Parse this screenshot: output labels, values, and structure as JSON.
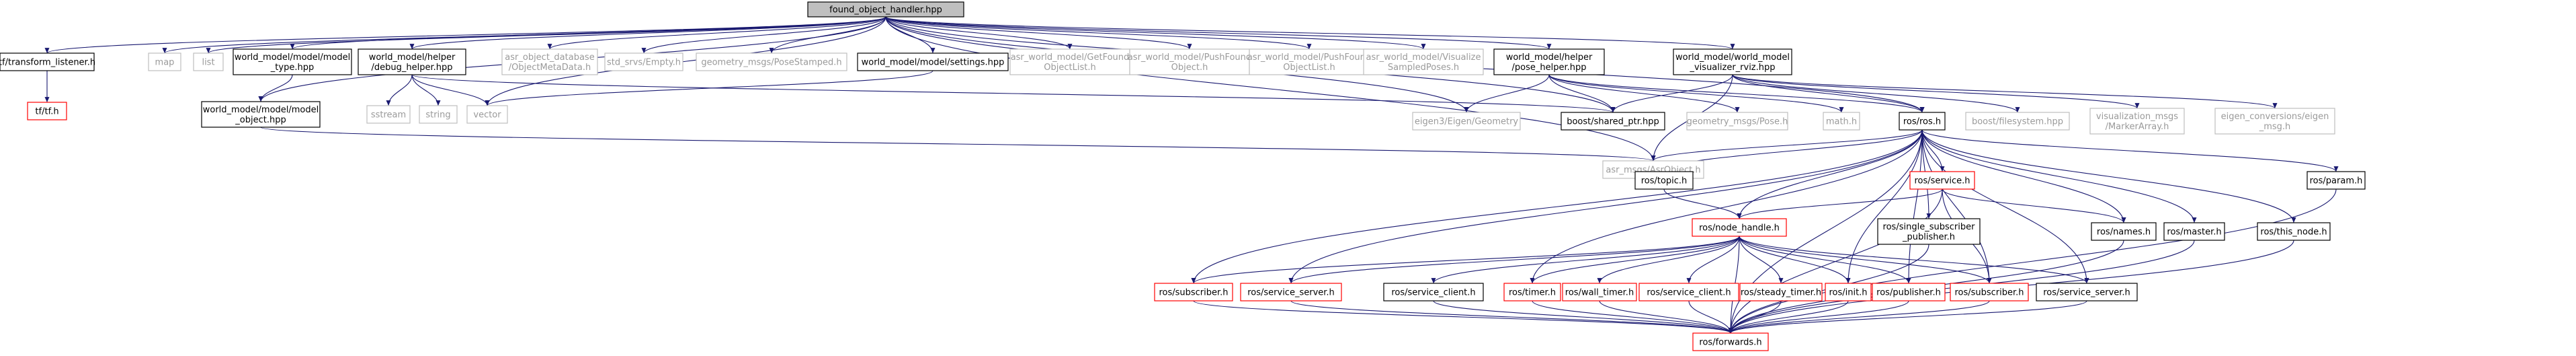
{
  "colors": {
    "edge": "#191970",
    "border_default": "#000000",
    "border_missing": "#ff0000",
    "border_external": "#bfbfbf",
    "fill_root": "#bfbfbf",
    "fill_default": "#ffffff",
    "text_external": "#9a9a9a"
  },
  "nodes": [
    {
      "id": "root",
      "lines": [
        "found_object_handler.hpp"
      ],
      "style": "root"
    },
    {
      "id": "tf_listener",
      "lines": [
        "tf/transform_listener.h"
      ],
      "style": "normal"
    },
    {
      "id": "tf_tf",
      "lines": [
        "tf/tf.h"
      ],
      "style": "missing"
    },
    {
      "id": "map",
      "lines": [
        "map"
      ],
      "style": "external"
    },
    {
      "id": "list",
      "lines": [
        "list"
      ],
      "style": "external"
    },
    {
      "id": "model_type",
      "lines": [
        "world_model/model/model",
        "_type.hpp"
      ],
      "style": "normal"
    },
    {
      "id": "model_object",
      "lines": [
        "world_model/model/model",
        "_object.hpp"
      ],
      "style": "normal"
    },
    {
      "id": "debug_helper",
      "lines": [
        "world_model/helper",
        "/debug_helper.hpp"
      ],
      "style": "normal"
    },
    {
      "id": "sstream",
      "lines": [
        "sstream"
      ],
      "style": "external"
    },
    {
      "id": "string",
      "lines": [
        "string"
      ],
      "style": "external"
    },
    {
      "id": "vector",
      "lines": [
        "vector"
      ],
      "style": "external"
    },
    {
      "id": "asr_obj_db",
      "lines": [
        "asr_object_database",
        "/ObjectMetaData.h"
      ],
      "style": "external"
    },
    {
      "id": "std_srvs",
      "lines": [
        "std_srvs/Empty.h"
      ],
      "style": "external"
    },
    {
      "id": "geom_pose_stamped",
      "lines": [
        "geometry_msgs/PoseStamped.h"
      ],
      "style": "external"
    },
    {
      "id": "settings",
      "lines": [
        "world_model/model/settings.hpp"
      ],
      "style": "normal"
    },
    {
      "id": "get_found",
      "lines": [
        "asr_world_model/GetFound",
        "ObjectList.h"
      ],
      "style": "external"
    },
    {
      "id": "push_found",
      "lines": [
        "asr_world_model/PushFound",
        "Object.h"
      ],
      "style": "external"
    },
    {
      "id": "push_found_list",
      "lines": [
        "asr_world_model/PushFound",
        "ObjectList.h"
      ],
      "style": "external"
    },
    {
      "id": "visualize_sampled",
      "lines": [
        "asr_world_model/Visualize",
        "SampledPoses.h"
      ],
      "style": "external"
    },
    {
      "id": "pose_helper",
      "lines": [
        "world_model/helper",
        "/pose_helper.hpp"
      ],
      "style": "normal"
    },
    {
      "id": "viz_rviz",
      "lines": [
        "world_model/world_model",
        "_visualizer_rviz.hpp"
      ],
      "style": "normal"
    },
    {
      "id": "eigen_geometry",
      "lines": [
        "eigen3/Eigen/Geometry"
      ],
      "style": "external"
    },
    {
      "id": "shared_ptr",
      "lines": [
        "boost/shared_ptr.hpp"
      ],
      "style": "normal"
    },
    {
      "id": "geom_pose",
      "lines": [
        "geometry_msgs/Pose.h"
      ],
      "style": "external"
    },
    {
      "id": "math",
      "lines": [
        "math.h"
      ],
      "style": "external"
    },
    {
      "id": "ros",
      "lines": [
        "ros/ros.h"
      ],
      "style": "normal"
    },
    {
      "id": "boost_fs",
      "lines": [
        "boost/filesystem.hpp"
      ],
      "style": "external"
    },
    {
      "id": "vis_marker",
      "lines": [
        "visualization_msgs",
        "/MarkerArray.h"
      ],
      "style": "external"
    },
    {
      "id": "eigen_conv",
      "lines": [
        "eigen_conversions/eigen",
        "_msg.h"
      ],
      "style": "external"
    },
    {
      "id": "asr_msgs",
      "lines": [
        "asr_msgs/AsrObject.h"
      ],
      "style": "external"
    },
    {
      "id": "ros_topic",
      "lines": [
        "ros/topic.h"
      ],
      "style": "normal"
    },
    {
      "id": "ros_service",
      "lines": [
        "ros/service.h"
      ],
      "style": "missing"
    },
    {
      "id": "ros_param",
      "lines": [
        "ros/param.h"
      ],
      "style": "normal"
    },
    {
      "id": "ros_node_handle",
      "lines": [
        "ros/node_handle.h"
      ],
      "style": "missing"
    },
    {
      "id": "ros_single_sub",
      "lines": [
        "ros/single_subscriber",
        "_publisher.h"
      ],
      "style": "normal"
    },
    {
      "id": "ros_names",
      "lines": [
        "ros/names.h"
      ],
      "style": "normal"
    },
    {
      "id": "ros_master",
      "lines": [
        "ros/master.h"
      ],
      "style": "normal"
    },
    {
      "id": "ros_this_node",
      "lines": [
        "ros/this_node.h"
      ],
      "style": "normal"
    },
    {
      "id": "ros_subscriber_h",
      "lines": [
        "ros/subscriber.h"
      ],
      "style": "missing"
    },
    {
      "id": "ros_service_server_r",
      "lines": [
        "ros/service_server.h"
      ],
      "style": "missing"
    },
    {
      "id": "ros_service_client_b",
      "lines": [
        "ros/service_client.h"
      ],
      "style": "normal"
    },
    {
      "id": "ros_timer",
      "lines": [
        "ros/timer.h"
      ],
      "style": "missing"
    },
    {
      "id": "ros_wall_timer",
      "lines": [
        "ros/wall_timer.h"
      ],
      "style": "missing"
    },
    {
      "id": "ros_service_client_r",
      "lines": [
        "ros/service_client.h"
      ],
      "style": "missing"
    },
    {
      "id": "ros_steady_timer",
      "lines": [
        "ros/steady_timer.h"
      ],
      "style": "missing"
    },
    {
      "id": "ros_init",
      "lines": [
        "ros/init.h"
      ],
      "style": "missing"
    },
    {
      "id": "ros_publisher",
      "lines": [
        "ros/publisher.h"
      ],
      "style": "missing"
    },
    {
      "id": "ros_subscriber_r",
      "lines": [
        "ros/subscriber.h"
      ],
      "style": "missing"
    },
    {
      "id": "ros_service_server_b",
      "lines": [
        "ros/service_server.h"
      ],
      "style": "normal"
    },
    {
      "id": "ros_forwards",
      "lines": [
        "ros/forwards.h"
      ],
      "style": "missing"
    }
  ],
  "edges": [
    [
      "root",
      "tf_listener"
    ],
    [
      "root",
      "map"
    ],
    [
      "root",
      "list"
    ],
    [
      "root",
      "model_type"
    ],
    [
      "root",
      "model_object"
    ],
    [
      "root",
      "debug_helper"
    ],
    [
      "root",
      "vector"
    ],
    [
      "root",
      "asr_obj_db"
    ],
    [
      "root",
      "std_srvs"
    ],
    [
      "root",
      "geom_pose_stamped"
    ],
    [
      "root",
      "settings"
    ],
    [
      "root",
      "get_found"
    ],
    [
      "root",
      "push_found"
    ],
    [
      "root",
      "push_found_list"
    ],
    [
      "root",
      "visualize_sampled"
    ],
    [
      "root",
      "pose_helper"
    ],
    [
      "root",
      "viz_rviz"
    ],
    [
      "root",
      "eigen_geometry"
    ],
    [
      "root",
      "shared_ptr"
    ],
    [
      "root",
      "ros"
    ],
    [
      "root",
      "asr_msgs"
    ],
    [
      "tf_listener",
      "tf_tf"
    ],
    [
      "model_type",
      "model_object"
    ],
    [
      "model_object",
      "asr_msgs"
    ],
    [
      "debug_helper",
      "sstream"
    ],
    [
      "debug_helper",
      "string"
    ],
    [
      "debug_helper",
      "vector"
    ],
    [
      "debug_helper",
      "shared_ptr"
    ],
    [
      "settings",
      "vector"
    ],
    [
      "pose_helper",
      "eigen_geometry"
    ],
    [
      "pose_helper",
      "shared_ptr"
    ],
    [
      "pose_helper",
      "geom_pose"
    ],
    [
      "pose_helper",
      "math"
    ],
    [
      "pose_helper",
      "ros"
    ],
    [
      "viz_rviz",
      "shared_ptr"
    ],
    [
      "viz_rviz",
      "ros"
    ],
    [
      "viz_rviz",
      "boost_fs"
    ],
    [
      "viz_rviz",
      "vis_marker"
    ],
    [
      "viz_rviz",
      "eigen_conv"
    ],
    [
      "viz_rviz",
      "asr_msgs"
    ],
    [
      "ros",
      "asr_msgs"
    ],
    [
      "ros",
      "ros_topic"
    ],
    [
      "ros",
      "ros_service"
    ],
    [
      "ros",
      "ros_param"
    ],
    [
      "ros",
      "ros_node_handle"
    ],
    [
      "ros",
      "ros_single_sub"
    ],
    [
      "ros",
      "ros_names"
    ],
    [
      "ros",
      "ros_master"
    ],
    [
      "ros",
      "ros_this_node"
    ],
    [
      "ros",
      "ros_subscriber_h"
    ],
    [
      "ros",
      "ros_service_server_r"
    ],
    [
      "ros",
      "ros_timer"
    ],
    [
      "ros",
      "ros_init"
    ],
    [
      "ros",
      "ros_publisher"
    ],
    [
      "ros",
      "ros_subscriber_r"
    ],
    [
      "ros",
      "ros_service_server_b"
    ],
    [
      "ros",
      "ros_forwards"
    ],
    [
      "ros_topic",
      "ros_node_handle"
    ],
    [
      "ros_service",
      "ros_node_handle"
    ],
    [
      "ros_service",
      "ros_names"
    ],
    [
      "ros_service",
      "ros_subscriber_r"
    ],
    [
      "ros_service",
      "ros_forwards"
    ],
    [
      "ros_param",
      "ros_forwards"
    ],
    [
      "ros_node_handle",
      "ros_subscriber_h"
    ],
    [
      "ros_node_handle",
      "ros_service_server_r"
    ],
    [
      "ros_node_handle",
      "ros_service_client_b"
    ],
    [
      "ros_node_handle",
      "ros_timer"
    ],
    [
      "ros_node_handle",
      "ros_wall_timer"
    ],
    [
      "ros_node_handle",
      "ros_service_client_r"
    ],
    [
      "ros_node_handle",
      "ros_steady_timer"
    ],
    [
      "ros_node_handle",
      "ros_init"
    ],
    [
      "ros_node_handle",
      "ros_publisher"
    ],
    [
      "ros_node_handle",
      "ros_subscriber_r"
    ],
    [
      "ros_node_handle",
      "ros_service_server_b"
    ],
    [
      "ros_node_handle",
      "ros_forwards"
    ],
    [
      "ros_single_sub",
      "ros_forwards"
    ],
    [
      "ros_names",
      "ros_forwards"
    ],
    [
      "ros_master",
      "ros_forwards"
    ],
    [
      "ros_this_node",
      "ros_forwards"
    ],
    [
      "ros_subscriber_h",
      "ros_forwards"
    ],
    [
      "ros_service_server_r",
      "ros_forwards"
    ],
    [
      "ros_service_client_b",
      "ros_forwards"
    ],
    [
      "ros_timer",
      "ros_forwards"
    ],
    [
      "ros_wall_timer",
      "ros_forwards"
    ],
    [
      "ros_service_client_r",
      "ros_forwards"
    ],
    [
      "ros_steady_timer",
      "ros_forwards"
    ],
    [
      "ros_init",
      "ros_forwards"
    ],
    [
      "ros_publisher",
      "ros_forwards"
    ],
    [
      "ros_subscriber_r",
      "ros_forwards"
    ],
    [
      "ros_service_server_b",
      "ros_forwards"
    ]
  ]
}
